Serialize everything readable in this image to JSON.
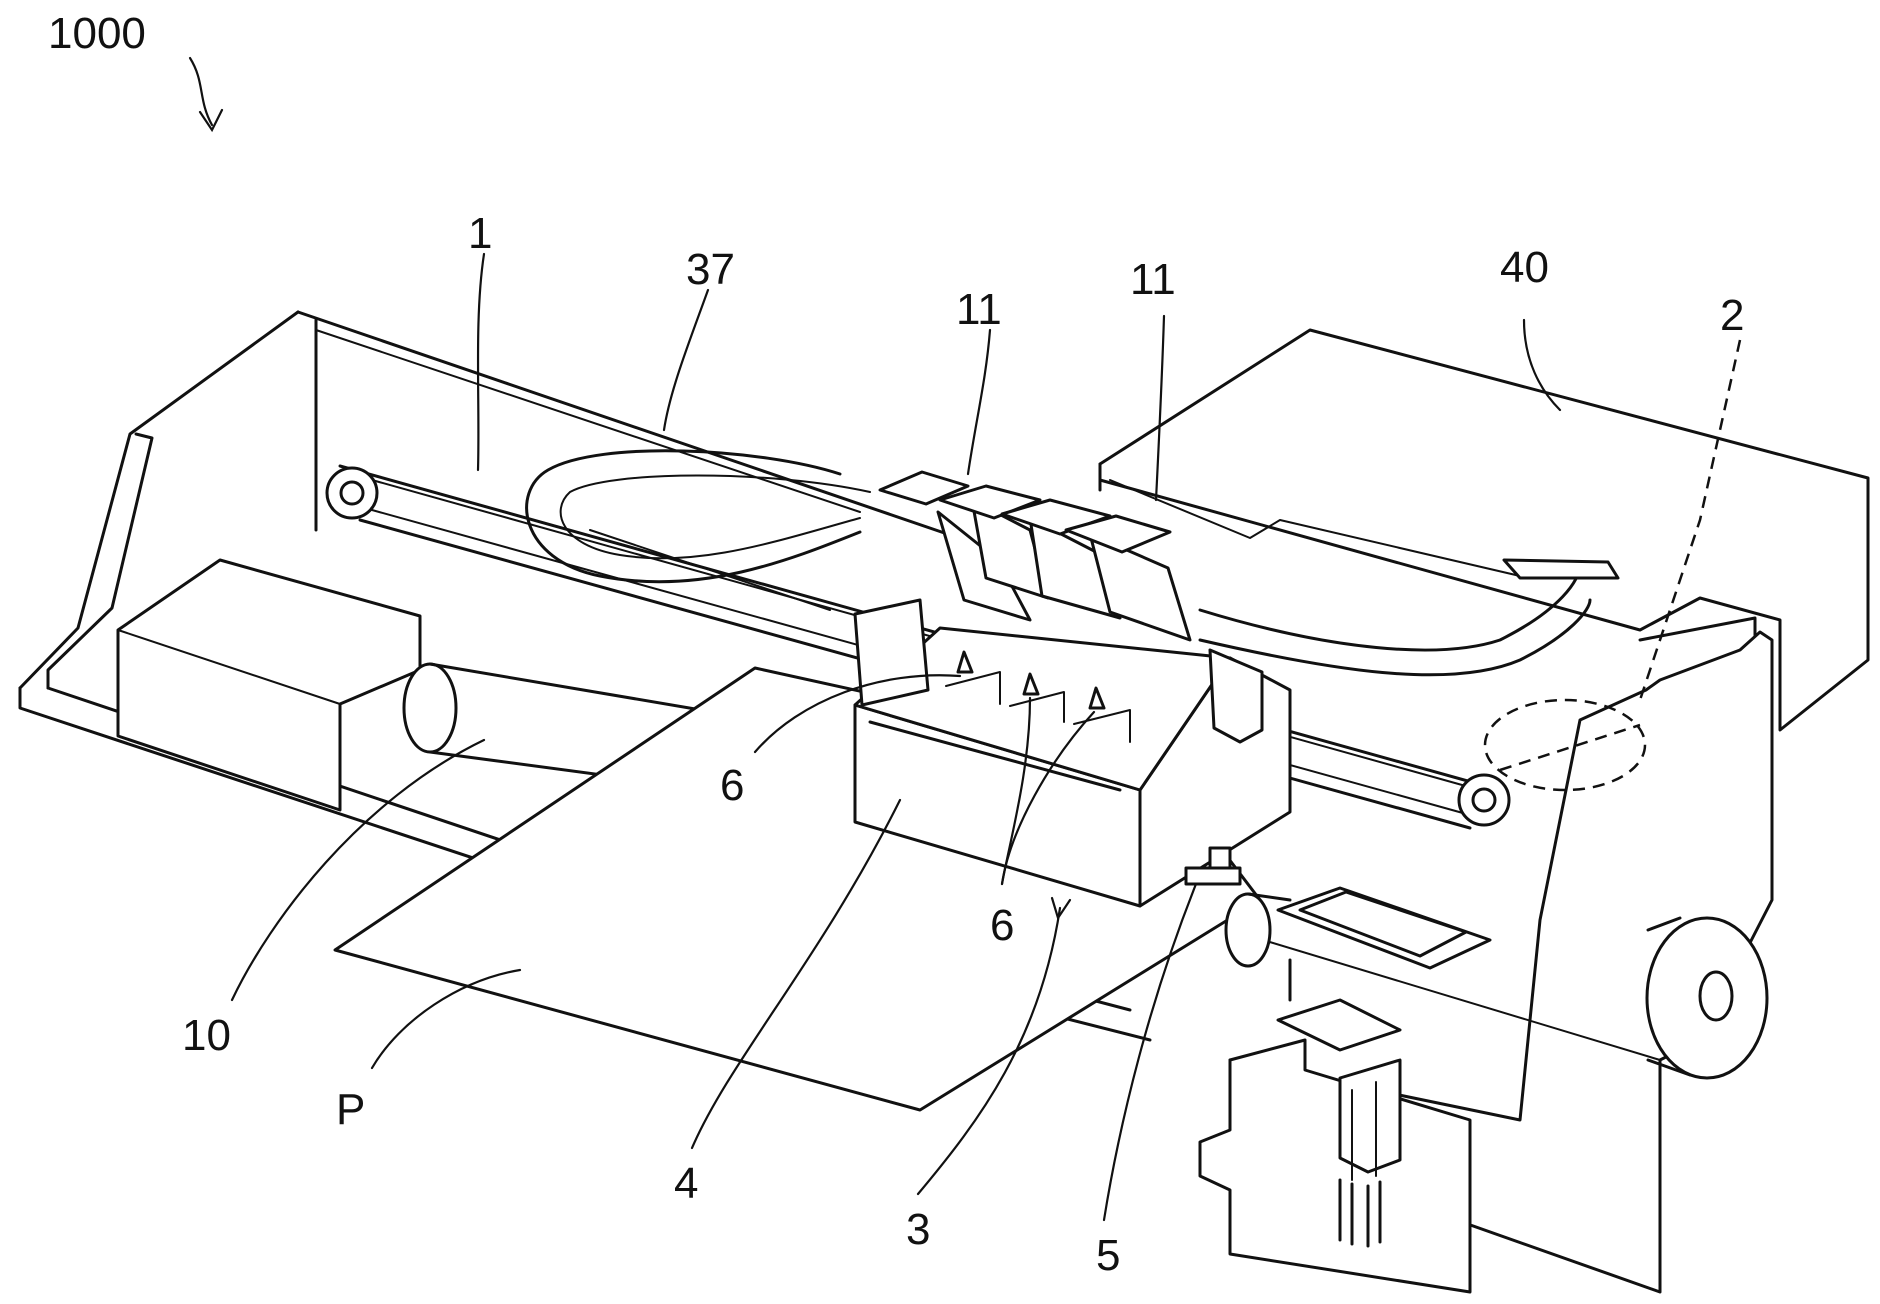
{
  "figure": {
    "ref_labels": {
      "assembly": "1000",
      "guide_rod_left": "1",
      "flat_cable": "37",
      "cartridge_left": "11",
      "cartridge_right": "11",
      "unit_right": "40",
      "pulley_right": "2",
      "needle_left": "6",
      "needle_center": "6",
      "roller": "10",
      "paper": "P",
      "carriage": "4",
      "head": "3",
      "nozzle": "5"
    }
  }
}
